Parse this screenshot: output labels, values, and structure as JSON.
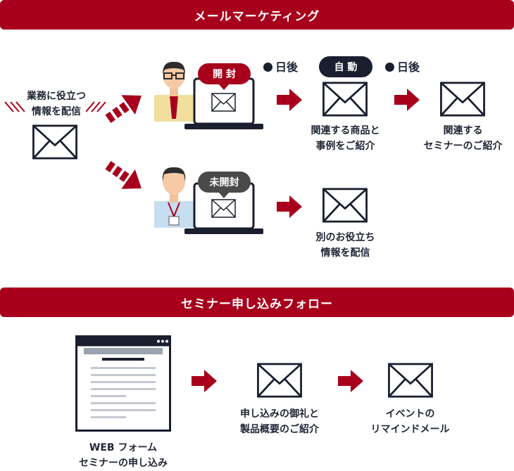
{
  "sections": {
    "mail_marketing_title": "メールマーケティング",
    "seminar_follow_title": "セミナー申し込みフォロー"
  },
  "mail_flow": {
    "source_label_line1": "業務に役立つ",
    "source_label_line2": "情報を配信",
    "opened_badge": "開 封",
    "unopened_badge": "未開封",
    "day_marker_1": "日後",
    "auto_badge": "自 動",
    "day_marker_2": "日後",
    "related_products_line1": "関連する商品と",
    "related_products_line2": "事例をご紹介",
    "related_seminar_line1": "関連する",
    "related_seminar_line2": "セミナーのご紹介",
    "other_info_line1": "別のお役立ち",
    "other_info_line2": "情報を配信"
  },
  "seminar_flow": {
    "form_label_line1": "WEB フォーム",
    "form_label_line2": "セミナーの申し込み",
    "thanks_line1": "申し込みの御礼と",
    "thanks_line2": "製品概要のご紹介",
    "reminder_line1": "イベントの",
    "reminder_line2": "リマインドメール"
  },
  "colors": {
    "brand_red": "#a8001c",
    "navy": "#1a1e2e",
    "dark_gray": "#4a4a4a"
  }
}
